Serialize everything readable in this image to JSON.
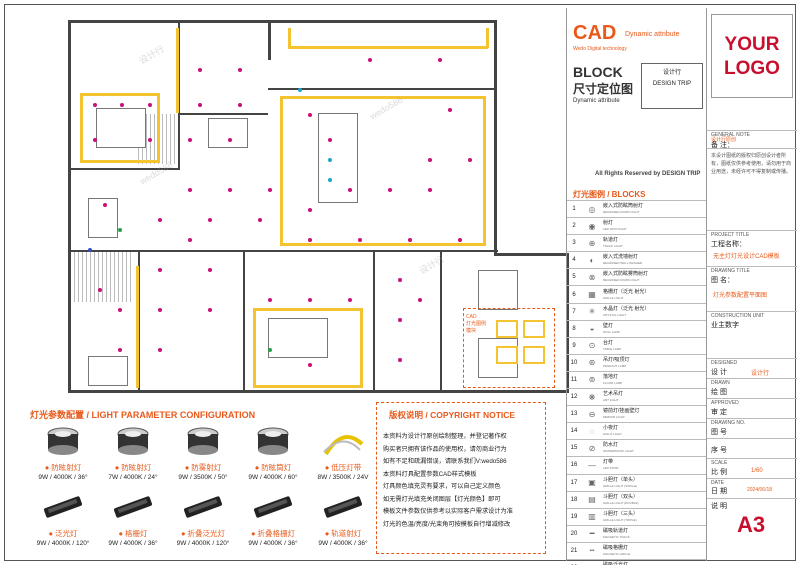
{
  "header": {
    "cad": "CAD",
    "cad_sub": "Dynamic attribute",
    "wedo": "Wedo Digital technology",
    "block": "BLOCK",
    "block_cn": "尺寸定位图",
    "block_dyn": "Dynamic attribute",
    "designtrip_top": "设计行",
    "designtrip_mid": "DESIGN TRIP",
    "rights": "All Rights Reserved by DESIGN TRIP"
  },
  "blocks": {
    "title": "灯光图例 / BLOCKS",
    "items": [
      {
        "n": "1",
        "cn": "嵌入式防眩筒射灯",
        "en": "RECESSED DOWN LIGHT",
        "icon": "◎"
      },
      {
        "n": "2",
        "cn": "射灯",
        "en": "LED SPOTLIGHT",
        "icon": "◉"
      },
      {
        "n": "3",
        "cn": "轨道灯",
        "en": "TRACK LIGHT",
        "icon": "⊕"
      },
      {
        "n": "4",
        "cn": "嵌入式洗墙射灯",
        "en": "RECESSED WALL WASHER",
        "icon": "◐"
      },
      {
        "n": "5",
        "cn": "嵌入式防眩雾筒射灯",
        "en": "RECESSED DOWN LIGHT",
        "icon": "⊗"
      },
      {
        "n": "6",
        "cn": "格栅灯（泛光 射光）",
        "en": "GRILLE LIGHT",
        "icon": "▦"
      },
      {
        "n": "7",
        "cn": "水晶灯（泛光 射光）",
        "en": "CRYSTAL LIGHT",
        "icon": "✳"
      },
      {
        "n": "8",
        "cn": "壁灯",
        "en": "WALL LAMP",
        "icon": "◒"
      },
      {
        "n": "9",
        "cn": "台灯",
        "en": "TABLE LAMP",
        "icon": "⊙"
      },
      {
        "n": "10",
        "cn": "吊灯/吸顶灯",
        "en": "PENDANT LAMP",
        "icon": "⊛"
      },
      {
        "n": "11",
        "cn": "落地灯",
        "en": "FLOOR LAMP",
        "icon": "⊚"
      },
      {
        "n": "12",
        "cn": "艺术吊灯",
        "en": "ART LIGHT",
        "icon": "❋"
      },
      {
        "n": "13",
        "cn": "镜前灯/挂画壁灯",
        "en": "MIRROR LIGHT",
        "icon": "⊖"
      },
      {
        "n": "14",
        "cn": "小夜灯",
        "en": "NIGHT LIGHT",
        "icon": "◌"
      },
      {
        "n": "15",
        "cn": "防水灯",
        "en": "WATERPROOF LIGHT",
        "icon": "⊘"
      },
      {
        "n": "16",
        "cn": "灯带",
        "en": "LED STRIP",
        "icon": "—"
      },
      {
        "n": "17",
        "cn": "斗胆灯（单头）",
        "en": "GRILLE LIGHT (SINGLE)",
        "icon": "▣"
      },
      {
        "n": "18",
        "cn": "斗胆灯（双头）",
        "en": "GRILLE LIGHT (DOUBLE)",
        "icon": "▤"
      },
      {
        "n": "19",
        "cn": "斗胆灯（三头）",
        "en": "GRILLE LIGHT (TRIPLE)",
        "icon": "▥"
      },
      {
        "n": "20",
        "cn": "磁吸轨道灯",
        "en": "MAGNETIC TRACK",
        "icon": "━"
      },
      {
        "n": "21",
        "cn": "磁吸格栅灯",
        "en": "MAGNETIC GRILLE",
        "icon": "┅"
      },
      {
        "n": "22",
        "cn": "磁吸泛光灯",
        "en": "MAGNETIC FLOOD",
        "icon": "┄"
      }
    ]
  },
  "titleblock": {
    "logo_line1": "YOUR",
    "logo_line2": "LOGO",
    "company": "设计行原创",
    "general_note_en": "GENERAL NOTE",
    "general_note": "备 注：",
    "note_text": "本设计图纸的版权归原创设计者所有，图纸仅供参考使用，请勿用于商业用途，未经许可不得复制或传播。",
    "project_title_en": "PROJECT TITLE",
    "project_title": "工程名称：",
    "project_value": "无主灯灯光设计CAD模板",
    "drawing_title_en": "DRAWING TITLE",
    "drawing_title": "图 名：",
    "drawing_value": "灯光参数配置平面图",
    "construction_en": "CONSTRUCTION UNIT",
    "construction": "业主数字",
    "designed_en": "DESIGNED",
    "designed": "设 计",
    "designed_value": "设计行",
    "drawn_en": "DRAWN",
    "drawn": "绘 图",
    "approved_en": "APPROVED",
    "approved": "审 定",
    "drawing_no_en": "DRAWING NO.",
    "drawing_no": "图 号",
    "sn": "序 号",
    "scale_en": "SCALE",
    "scale": "比 例",
    "scale_value": "1/60",
    "date_en": "DATE",
    "date": "日 期",
    "date_value": "2024/06/18",
    "notes": "说 明",
    "size": "A3"
  },
  "light_params": {
    "title": "灯光参数配置 / LIGHT PARAMETER  CONFIGURATION",
    "lamps": [
      {
        "name": "防眩射灯",
        "spec": "9W / 4000K / 36°"
      },
      {
        "name": "防眩射灯",
        "spec": "7W / 4000K / 24°"
      },
      {
        "name": "防雾射灯",
        "spec": "9W / 3500K / 50°"
      },
      {
        "name": "防眩筒灯",
        "spec": "9W / 4000K / 60°"
      },
      {
        "name": "低压灯带",
        "spec": "8W / 3500K / 24V"
      },
      {
        "name": "泛光灯",
        "spec": "9W / 4000K / 120°"
      },
      {
        "name": "格栅灯",
        "spec": "9W / 4000K / 36°"
      },
      {
        "name": "折叠泛光灯",
        "spec": "9W / 4000K / 120°"
      },
      {
        "name": "折叠格栅灯",
        "spec": "9W / 4000K / 36°"
      },
      {
        "name": "轨道射灯",
        "spec": "9W / 4000K / 36°"
      }
    ]
  },
  "copyright": {
    "title": "版权说明 / COPYRIGHT NOTICE",
    "lines": [
      "本资料为设计行原创绘制整理，并登记著作权",
      "购买者只拥有该作品的使用权，请勿商业行为",
      "如有不足和疏漏错误，请联系我们V:wedo586",
      "本资料灯具配置参数CAD样式模板",
      "灯具颜色填充灵有要求，可以自己定义颜色",
      "如无需灯光填充关闭图层【灯光颜色】即可",
      "模板文件参数仅供参考以实际客户需求设计为准",
      "灯光的色温/亮度/光束角可按模板自行增减修改"
    ]
  },
  "plan_label": {
    "line1": "CAD",
    "line2": "灯光图例",
    "line3": "模块"
  }
}
